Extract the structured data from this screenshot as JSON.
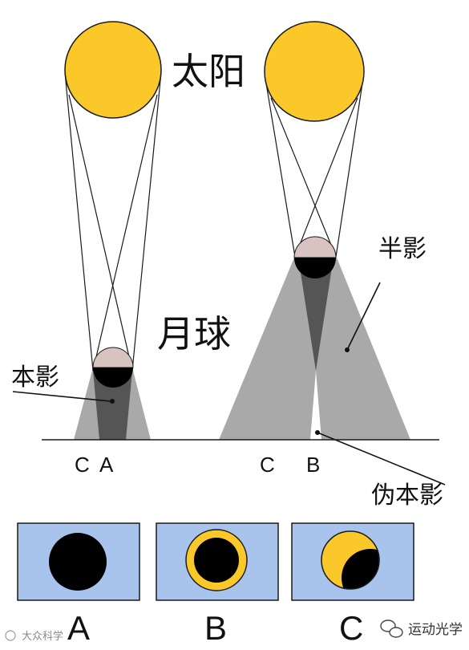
{
  "labels": {
    "sun": "太阳",
    "moon": "月球",
    "umbra": "本影",
    "penumbra": "半影",
    "antumbra": "伪本影",
    "point_c_left": "C",
    "point_a": "A",
    "point_c_right": "C",
    "point_b": "B"
  },
  "panels": [
    {
      "label": "A",
      "type": "total"
    },
    {
      "label": "B",
      "type": "annular"
    },
    {
      "label": "C",
      "type": "partial"
    }
  ],
  "watermark": "大众科学",
  "brand": "运动光学",
  "colors": {
    "sun": "#fbc82a",
    "sun_stroke": "#1a1a1a",
    "penumbra": "#a9a9a9",
    "umbra": "#555555",
    "moon_top": "#d8c3c1",
    "moon_bottom": "#000000",
    "sky": "#a8c4ec",
    "panel_border": "#1a1a1a"
  }
}
